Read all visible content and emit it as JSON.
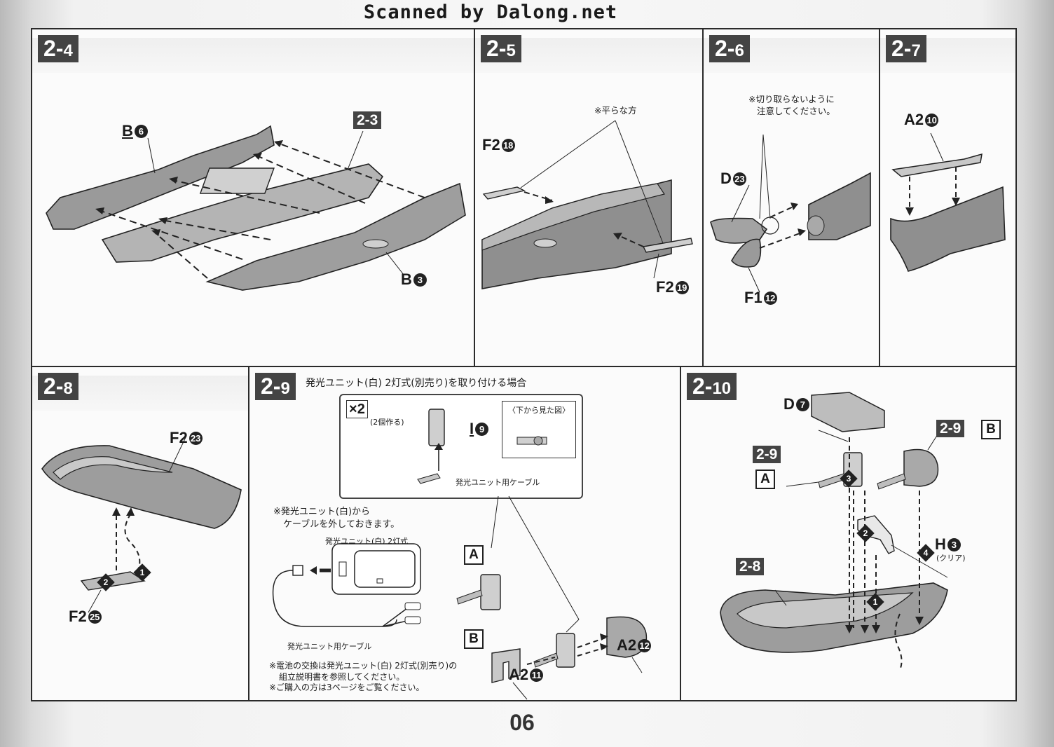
{
  "banner": "Scanned by Dalong.net",
  "page_number": "06",
  "steps": {
    "s24": {
      "step": "2-",
      "step_sub": "4",
      "ref_tag": "2-3",
      "labels": {
        "b6": {
          "part": "B",
          "num": "6"
        },
        "b3": {
          "part": "B",
          "num": "3"
        }
      }
    },
    "s25": {
      "step": "2-",
      "step_sub": "5",
      "note": "※平らな方",
      "labels": {
        "f218": {
          "part": "F2",
          "num": "18"
        },
        "f219": {
          "part": "F2",
          "num": "19"
        }
      }
    },
    "s26": {
      "step": "2-",
      "step_sub": "6",
      "note_line1": "※切り取らないように",
      "note_line2": "注意してください。",
      "labels": {
        "d23": {
          "part": "D",
          "num": "23"
        },
        "f112": {
          "part": "F1",
          "num": "12"
        }
      }
    },
    "s27": {
      "step": "2-",
      "step_sub": "7",
      "labels": {
        "a210": {
          "part": "A2",
          "num": "10"
        }
      }
    },
    "s28": {
      "step": "2-",
      "step_sub": "8",
      "labels": {
        "f223": {
          "part": "F2",
          "num": "23"
        },
        "f225": {
          "part": "F2",
          "num": "25"
        }
      },
      "order": [
        "1",
        "2"
      ]
    },
    "s29": {
      "step": "2-",
      "step_sub": "9",
      "title": "発光ユニット(白) 2灯式(別売り)を取り付ける場合",
      "times": "2",
      "times_note": "(2個作る)",
      "bottom_view": "〈下から見た図〉",
      "cable_label_top": "発光ユニット用ケーブル",
      "remove_note_1": "※発光ユニット(白)から",
      "remove_note_2": "ケーブルを外しておきます。",
      "unit_label": "発光ユニット(白) 2灯式",
      "cable_label_bottom": "発光ユニット用ケーブル",
      "battery_note_1": "※電池の交換は発光ユニット(白) 2灯式(別売り)の",
      "battery_note_2": "組立説明書を参照してください。",
      "purchase_note": "※ご購入の方は3ページをご覧ください。",
      "variant_a": "A",
      "variant_b": "B",
      "labels": {
        "i9": {
          "part": "I",
          "num": "9"
        },
        "a211": {
          "part": "A2",
          "num": "11"
        },
        "a212": {
          "part": "A2",
          "num": "12"
        }
      }
    },
    "s210": {
      "step": "2-",
      "step_sub": "10",
      "ref_29b": "2-9",
      "ref_29b_variant": "B",
      "ref_29a": "2-9",
      "ref_29a_variant": "A",
      "ref_28": "2-8",
      "h3_note": "(クリア)",
      "order": [
        "1",
        "2",
        "3",
        "4"
      ],
      "labels": {
        "d7": {
          "part": "D",
          "num": "7"
        },
        "h3": {
          "part": "H",
          "num": "3"
        }
      }
    }
  }
}
